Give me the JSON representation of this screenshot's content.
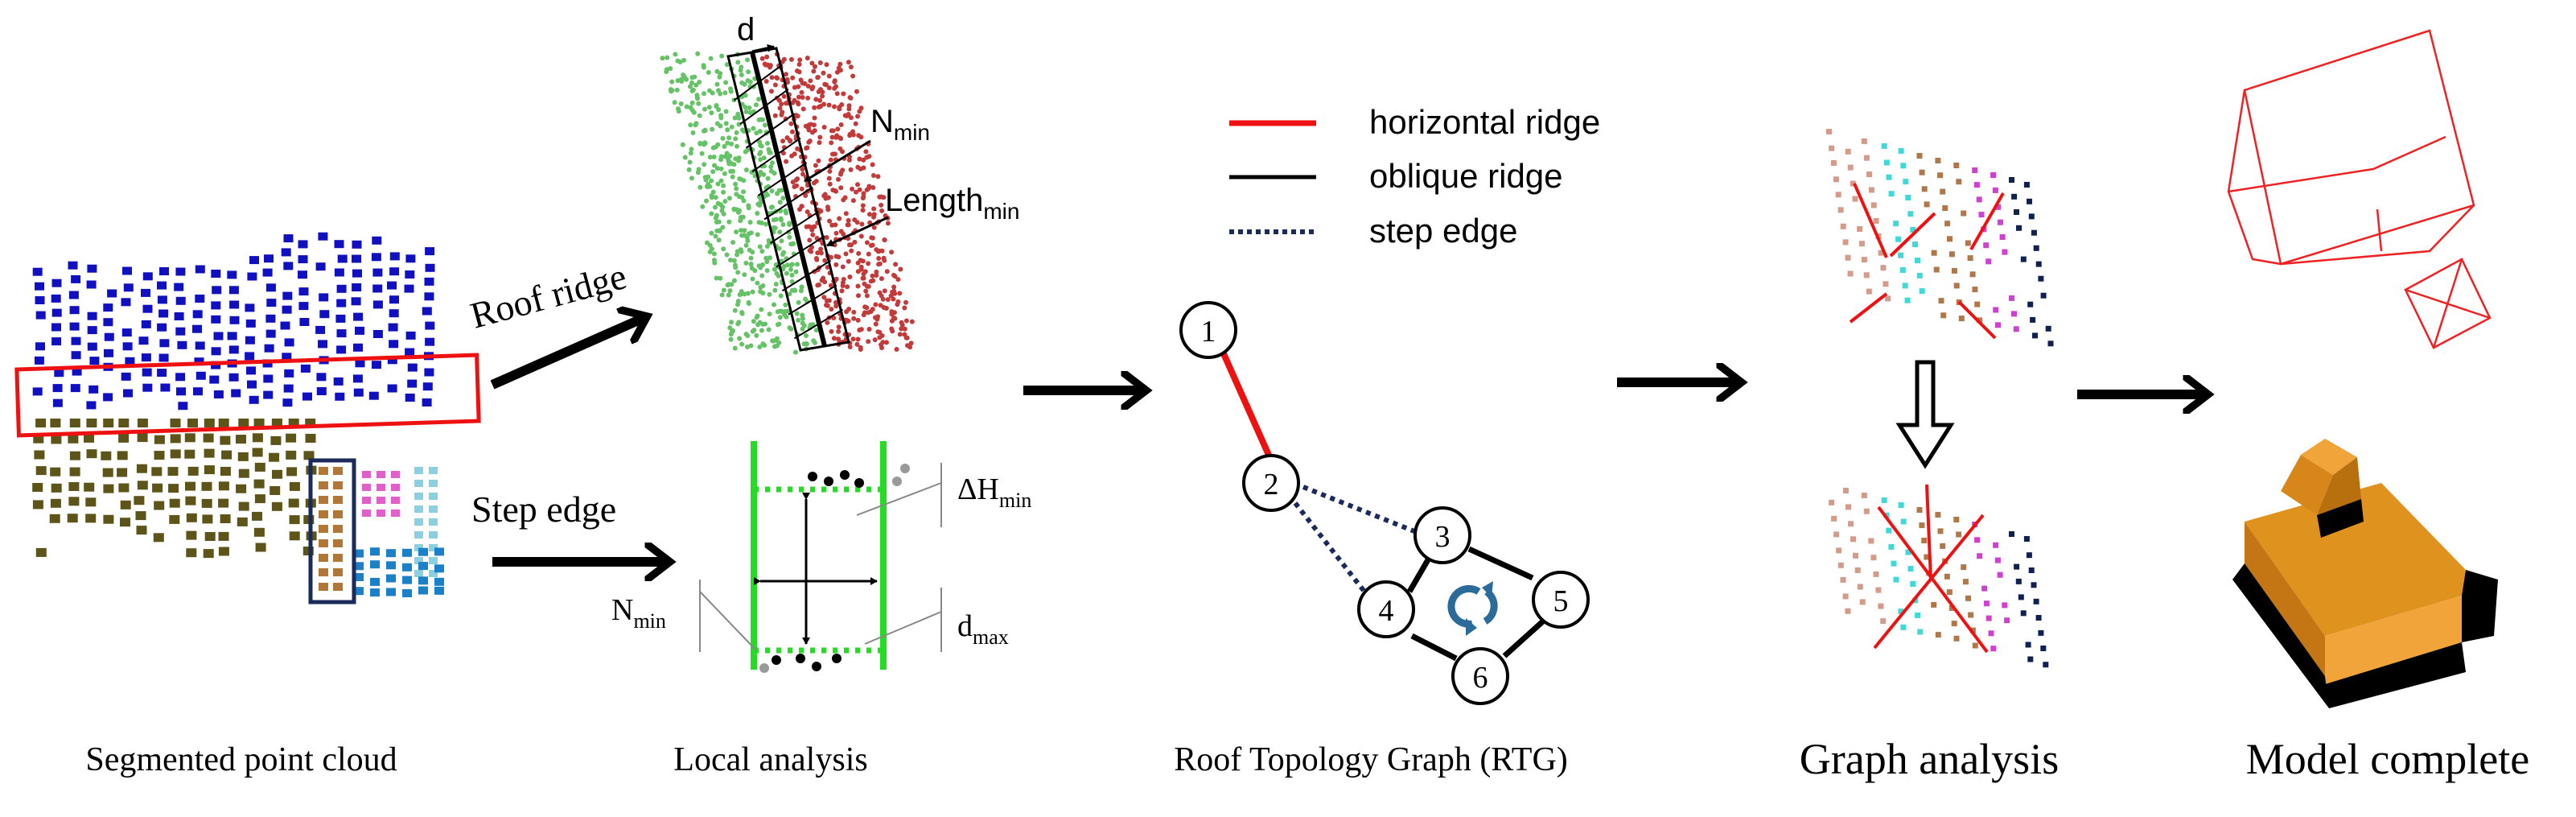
{
  "captions": {
    "segmented": "Segmented point cloud",
    "local": "Local analysis",
    "rtg": "Roof Topology Graph (RTG)",
    "graph": "Graph analysis",
    "model": "Model complete"
  },
  "arrow_labels": {
    "roof_ridge": "Roof ridge",
    "step_edge": "Step edge"
  },
  "ridge_panel": {
    "d": "d",
    "n_main": "N",
    "n_sub": "min",
    "length_main": "Length",
    "length_sub": "min"
  },
  "step_panel": {
    "dh_main": "ΔH",
    "dh_sub": "min",
    "n_main": "N",
    "n_sub": "min",
    "d_main": "d",
    "d_sub": "max"
  },
  "legend": {
    "horizontal": "horizontal ridge",
    "oblique": "oblique ridge",
    "step": "step edge"
  },
  "graph_nodes": [
    "1",
    "2",
    "3",
    "4",
    "5",
    "6"
  ],
  "colors": {
    "blue_seg": "#1010c0",
    "olive_seg": "#5c5418",
    "brown_seg": "#b07838",
    "pink_seg": "#e060c8",
    "light_blue_seg": "#8ad0e0",
    "blue2_seg": "#1a80c8",
    "horizontal_ridge": "#ee1111",
    "oblique_ridge": "#000000",
    "step_edge": "#1a2a5a",
    "green": "#22dd22",
    "roof_orange": "#d7861a"
  }
}
